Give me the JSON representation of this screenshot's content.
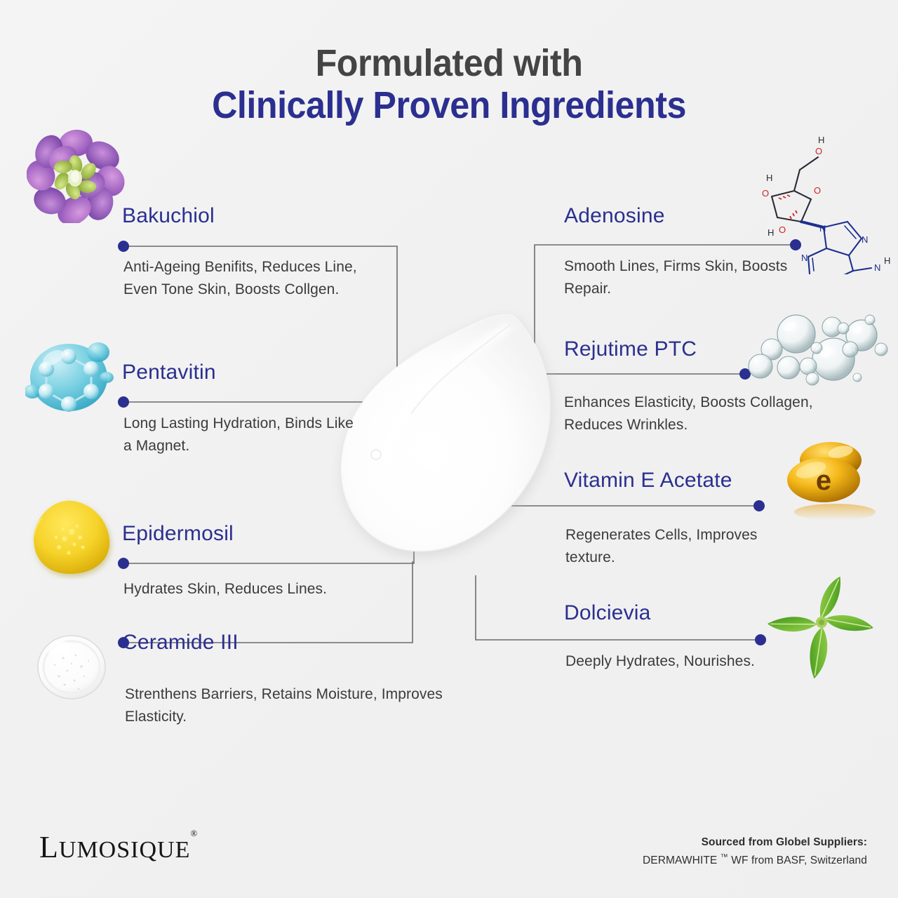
{
  "title": {
    "line1": "Formulated with",
    "line2": "Clinically Proven Ingredients",
    "color_line1": "#444444",
    "color_line2": "#2b2f8f"
  },
  "theme": {
    "background": "#f2f2f2",
    "accent": "#2b2f8f",
    "body_text": "#3b3b3b",
    "connector_line": "#6b6b6b"
  },
  "left_column": [
    {
      "name": "Bakuchiol",
      "description": "Anti-Ageing Benifits, Reduces Line, Even Tone Skin, Boosts Collgen.",
      "icon": "purple-flower-icon"
    },
    {
      "name": "Pentavitin",
      "description": "Long Lasting Hydration, Binds Like a Magnet.",
      "icon": "blue-molecule-droplet-icon"
    },
    {
      "name": "Epidermosil",
      "description": "Hydrates Skin, Reduces Lines.",
      "icon": "yellow-gel-droplet-icon"
    },
    {
      "name": "Ceramide III",
      "description": "Strenthens Barriers, Retains Moisture, Improves Elasticity.",
      "icon": "clear-gel-droplet-icon"
    }
  ],
  "right_column": [
    {
      "name": "Adenosine",
      "description": "Smooth Lines, Firms Skin, Boosts Repair.",
      "icon": "adenosine-molecule-icon"
    },
    {
      "name": "Rejutime PTC",
      "description": "Enhances Elasticity, Boosts Collagen, Reduces Wrinkles.",
      "icon": "water-bubbles-icon"
    },
    {
      "name": "Vitamin E Acetate",
      "description": "Regenerates Cells, Improves texture.",
      "icon": "gold-softgel-capsule-icon"
    },
    {
      "name": "Dolcievia",
      "description": "Deeply Hydrates, Nourishes.",
      "icon": "stevia-leaf-icon"
    }
  ],
  "center": {
    "icon": "cream-swatch-dollop"
  },
  "footer": {
    "brand_main": "UMOSIQUE",
    "brand_initial": "L",
    "brand_registered": "®",
    "source_line1": "Sourced from Globel Suppliers:",
    "source_line2_pre": "DERMAWHITE ",
    "source_line2_tm": "™",
    "source_line2_post": " WF from BASF, Switzerland"
  }
}
